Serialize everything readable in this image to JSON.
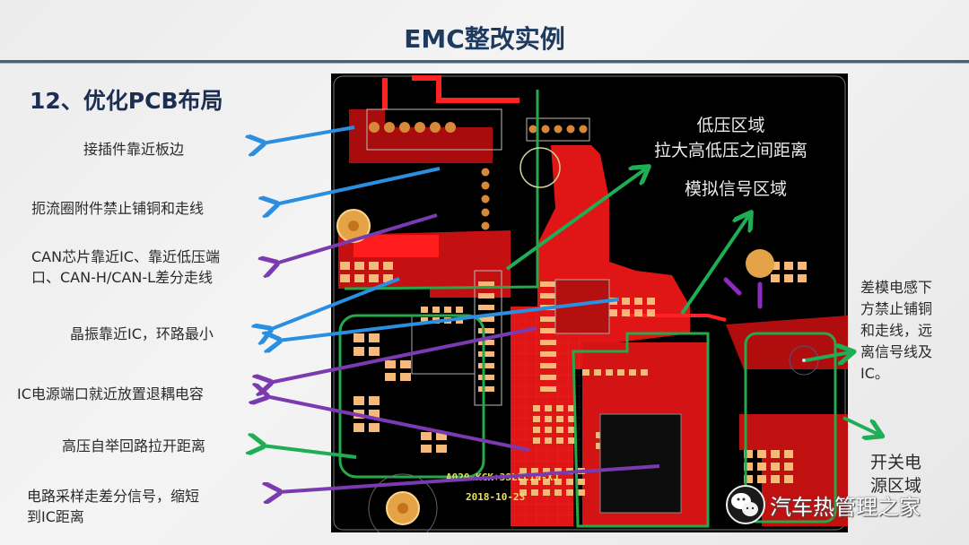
{
  "header": {
    "title": "EMC整改实例"
  },
  "section": {
    "heading": "12、优化PCB布局"
  },
  "left_labels": [
    {
      "text": "接插件靠近板边"
    },
    {
      "text": "扼流圈附件禁止铺铜和走线"
    },
    {
      "line1": "CAN芯片靠近IC、靠近低压端",
      "line2": "口、CAN-H/CAN-L差分走线"
    },
    {
      "text": "晶振靠近IC，环路最小"
    },
    {
      "text": "IC电源端口就近放置退耦电容"
    },
    {
      "text": "高压自举回路拉开距离"
    },
    {
      "line1": "电路采样走差分信号，缩短",
      "line2": "到IC距离"
    }
  ],
  "pcb_labels": {
    "low_voltage_line1": "低压区域",
    "low_voltage_line2": "拉大高低压之间距离",
    "analog": "模拟信号区域",
    "board_id": "A020-KCK+3SLLC1N-XJ",
    "board_date": "2018-10-23"
  },
  "right_labels": {
    "inductor": [
      "差模电感下",
      "方禁止铺铜",
      "和走线，远",
      "离信号线及",
      "IC。"
    ],
    "switching": [
      "开关电",
      "源区域"
    ]
  },
  "watermark": {
    "text": "汽车热管理之家",
    "icon": "wechat-icon"
  },
  "colors": {
    "blue_arrow": "#2a8fe0",
    "purple_arrow": "#7a3bb0",
    "green_arrow": "#1fae55",
    "copper": "#e01515",
    "pad": "#f6b97a",
    "title": "#1f3a5f"
  }
}
